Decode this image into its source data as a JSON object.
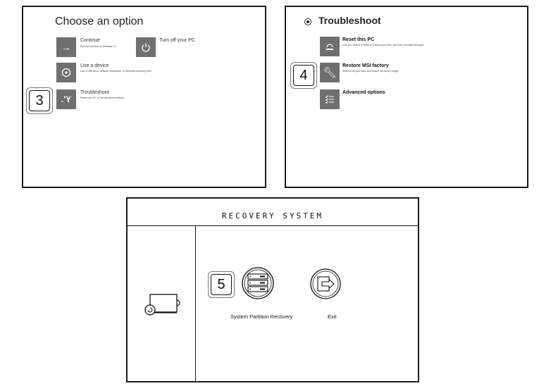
{
  "choose": {
    "title": "Choose an option",
    "continue": {
      "label": "Continue",
      "desc": "Exit and continue to Windows 10"
    },
    "turnoff": {
      "label": "Turn off your PC"
    },
    "device": {
      "label": "Use a device",
      "desc": "Use a USB drive, network connection, or Windows recovery DVD"
    },
    "troubleshoot": {
      "label": "Troubleshoot",
      "desc": "Reset your PC or see advanced options"
    },
    "step": "3"
  },
  "trouble": {
    "title": "Troubleshoot",
    "reset": {
      "label": "Reset this PC",
      "desc": "Lets you choose to keep or remove your files, and then reinstalls Windows."
    },
    "restore": {
      "label": "Restore MSI factory",
      "desc": "Remove all your data and restore the factory image"
    },
    "advanced": {
      "label": "Advanced options"
    },
    "step": "4"
  },
  "recovery": {
    "title": "RECOVERY SYSTEM",
    "step": "5",
    "partition_label": "System Partition Recovery",
    "exit_label": "Exit"
  },
  "icons": {
    "continue": "arrow-right-icon",
    "turnoff": "power-icon",
    "device": "disc-icon",
    "troubleshoot": "tools-icon",
    "reset": "reset-pc-icon",
    "restore": "wrench-icon",
    "advanced": "checklist-icon"
  }
}
